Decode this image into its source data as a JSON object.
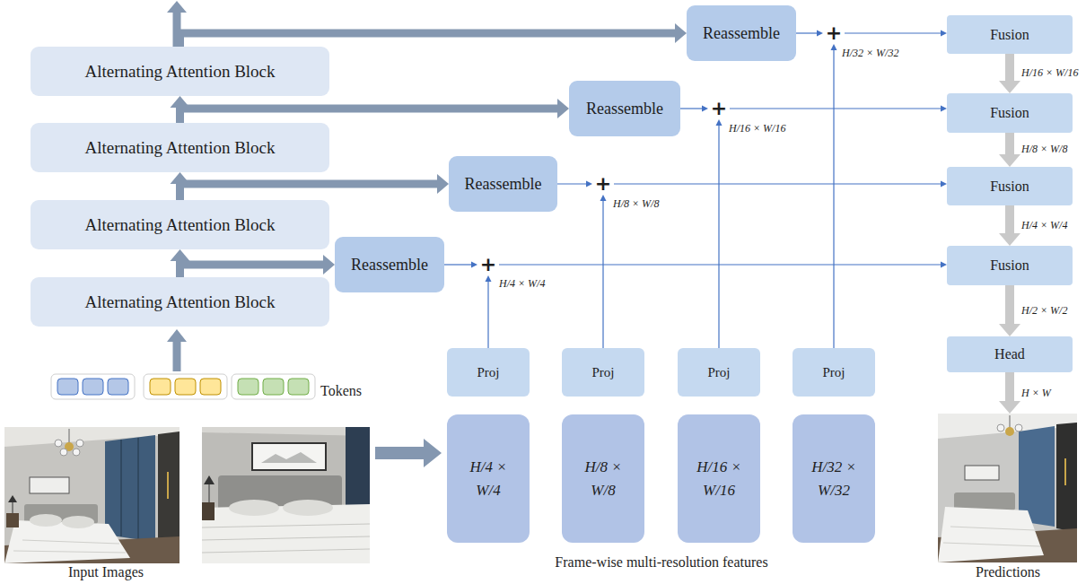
{
  "diagram": {
    "nodes": [
      {
        "text": [
          "Alternating Attention Block"
        ]
      },
      {
        "text": [
          "Reassemble"
        ]
      },
      {
        "text": [
          "+"
        ]
      },
      {
        "text": [
          "Fusion"
        ]
      },
      {
        "text": [
          "Alternating Attention Block"
        ]
      },
      {
        "text": [
          "Reassemble"
        ]
      },
      {
        "text": [
          "+"
        ]
      },
      {
        "text": [
          "Fusion"
        ]
      },
      {
        "text": [
          "Alternating Attention Block"
        ]
      },
      {
        "text": [
          "Reassemble"
        ]
      },
      {
        "text": [
          "+"
        ]
      },
      {
        "text": [
          "Fusion"
        ]
      },
      {
        "text": [
          "Alternating Attention Block"
        ]
      },
      {
        "text": [
          "Reassemble"
        ]
      },
      {
        "text": [
          "+"
        ]
      },
      {
        "text": [
          "Fusion"
        ]
      },
      {
        "text": [
          "Head"
        ]
      },
      {
        "text": [
          "Proj"
        ]
      },
      {
        "text": [
          "Proj"
        ]
      },
      {
        "text": [
          "Proj"
        ]
      },
      {
        "text": [
          "Proj"
        ]
      },
      {
        "text": [
          "H/4 × W/4"
        ]
      },
      {
        "text": [
          "H/8 × W/8"
        ]
      },
      {
        "text": [
          "H/16 × W/16"
        ]
      },
      {
        "text": [
          "H/32 × W/32"
        ]
      }
    ],
    "edges": [
      {
        "from": 12,
        "to": 8,
        "arrow": "to"
      },
      {
        "from": 8,
        "to": 4,
        "arrow": "to"
      },
      {
        "from": 4,
        "to": 0,
        "arrow": "to"
      },
      {
        "from": 0,
        "to": 1,
        "arrow": "to"
      },
      {
        "from": 4,
        "to": 5,
        "arrow": "to"
      },
      {
        "from": 8,
        "to": 9,
        "arrow": "to"
      },
      {
        "from": 12,
        "to": 13,
        "arrow": "to"
      },
      {
        "from": 1,
        "to": 2,
        "arrow": "to"
      },
      {
        "from": 5,
        "to": 6,
        "arrow": "to"
      },
      {
        "from": 9,
        "to": 10,
        "arrow": "to"
      },
      {
        "from": 13,
        "to": 14,
        "arrow": "to"
      },
      {
        "from": 2,
        "to": 3,
        "arrow": "to"
      },
      {
        "from": 6,
        "to": 7,
        "arrow": "to"
      },
      {
        "from": 10,
        "to": 11,
        "arrow": "to"
      },
      {
        "from": 14,
        "to": 15,
        "arrow": "to"
      },
      {
        "from": 17,
        "to": 14,
        "arrow": "to"
      },
      {
        "from": 18,
        "to": 10,
        "arrow": "to"
      },
      {
        "from": 19,
        "to": 6,
        "arrow": "to"
      },
      {
        "from": 20,
        "to": 2,
        "arrow": "to"
      },
      {
        "from": 3,
        "to": 7,
        "arrow": "to"
      },
      {
        "from": 7,
        "to": 11,
        "arrow": "to"
      },
      {
        "from": 11,
        "to": 15,
        "arrow": "to"
      },
      {
        "from": 15,
        "to": 16,
        "arrow": "to"
      }
    ],
    "labels": [
      "Tokens",
      "Input Images",
      "Frame-wise multi-resolution features",
      "Predictions",
      "H/32 × W/32",
      "H/16 × W/16",
      "H/8 × W/8",
      "H/4 × W/4",
      "H/16 × W/16",
      "H/8 × W/8",
      "H/4 × W/4",
      "H/2 × W/2",
      "H × W"
    ]
  }
}
